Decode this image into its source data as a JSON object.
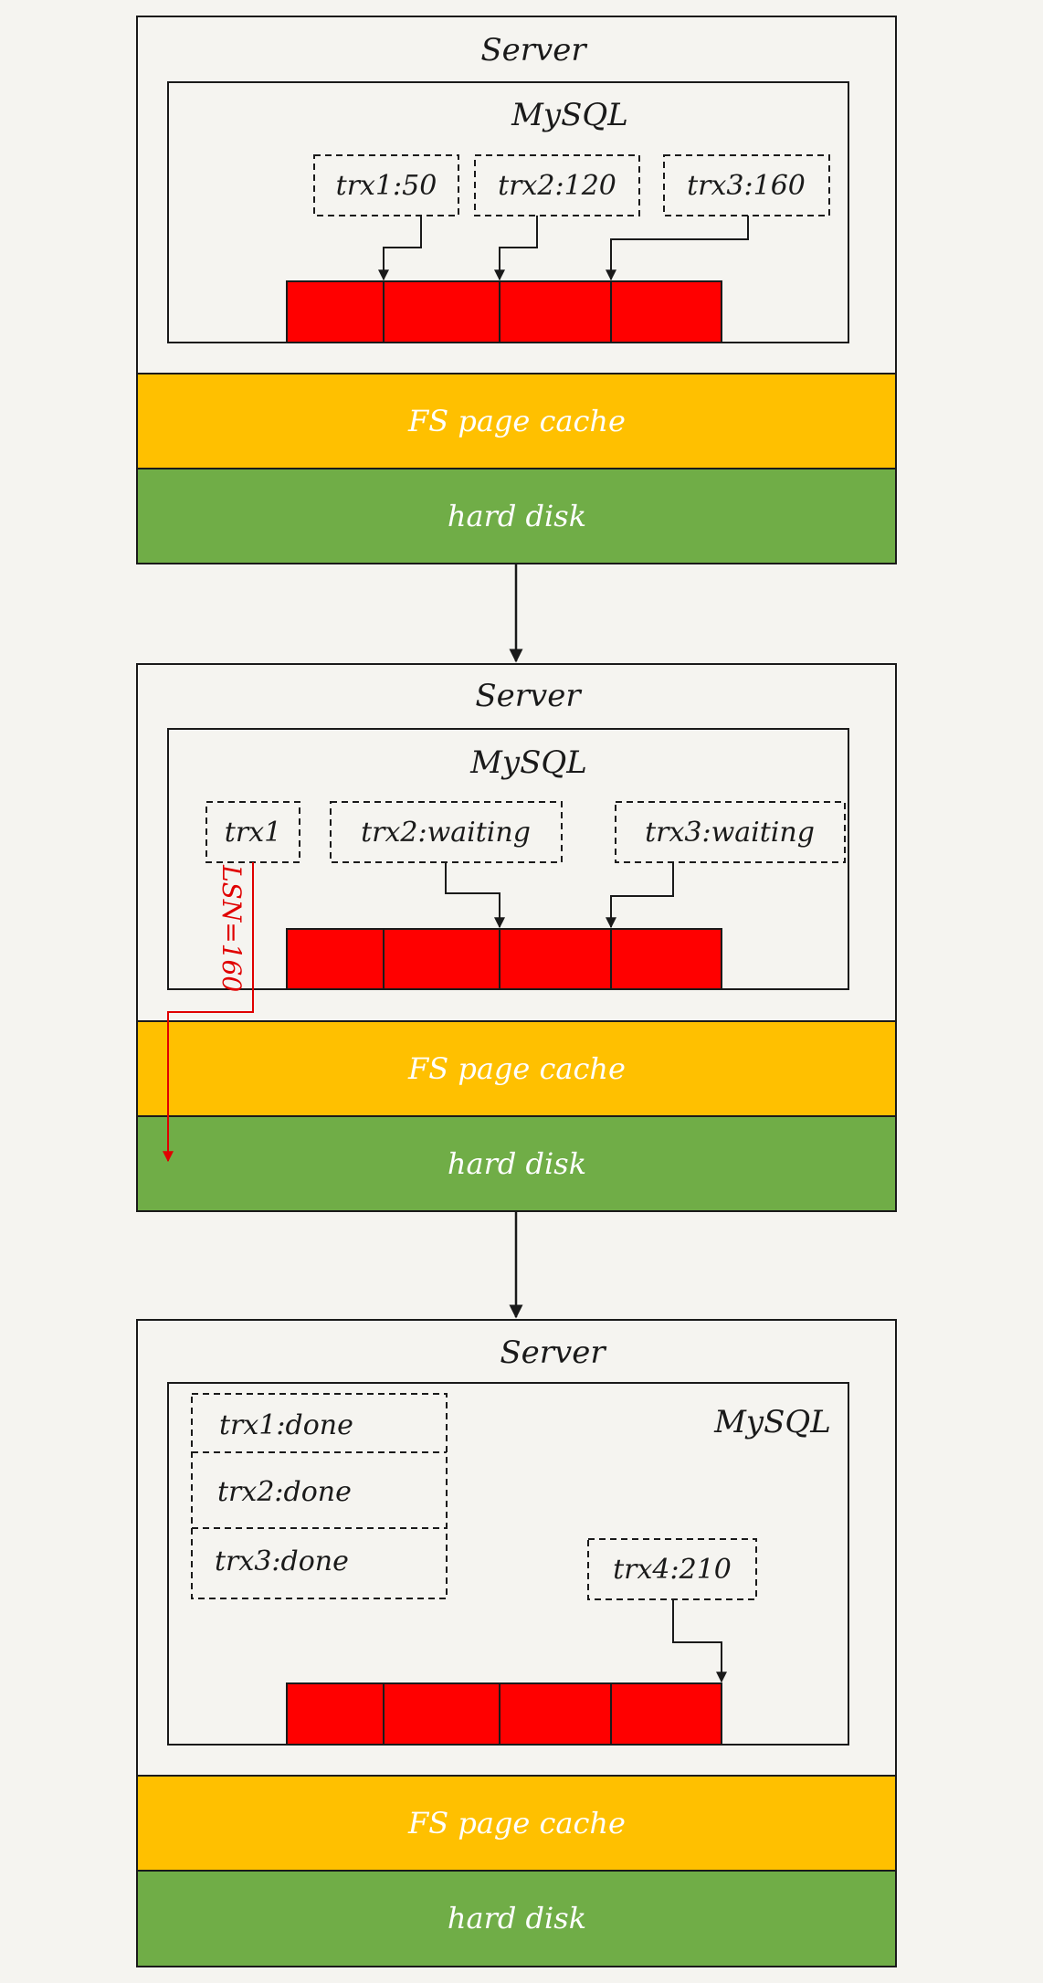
{
  "colors": {
    "background": "#f5f4f0",
    "buffer_red": "#ff0000",
    "page_cache_amber": "#ffc000",
    "hard_disk_green": "#70ad47",
    "flush_arrow_red": "#e00000"
  },
  "stage1": {
    "server_label": "Server",
    "mysql_label": "MySQL",
    "trx": [
      "trx1:50",
      "trx2:120",
      "trx3:160"
    ],
    "page_cache_label": "FS page cache",
    "hard_disk_label": "hard disk"
  },
  "stage2": {
    "server_label": "Server",
    "mysql_label": "MySQL",
    "trx": [
      "trx1",
      "trx2:waiting",
      "trx3:waiting"
    ],
    "lsn_label": "LSN=160",
    "page_cache_label": "FS page cache",
    "hard_disk_label": "hard disk"
  },
  "stage3": {
    "server_label": "Server",
    "mysql_label": "MySQL",
    "done_trx": [
      "trx1:done",
      "trx2:done",
      "trx3:done"
    ],
    "new_trx": "trx4:210",
    "page_cache_label": "FS page cache",
    "hard_disk_label": "hard disk"
  }
}
